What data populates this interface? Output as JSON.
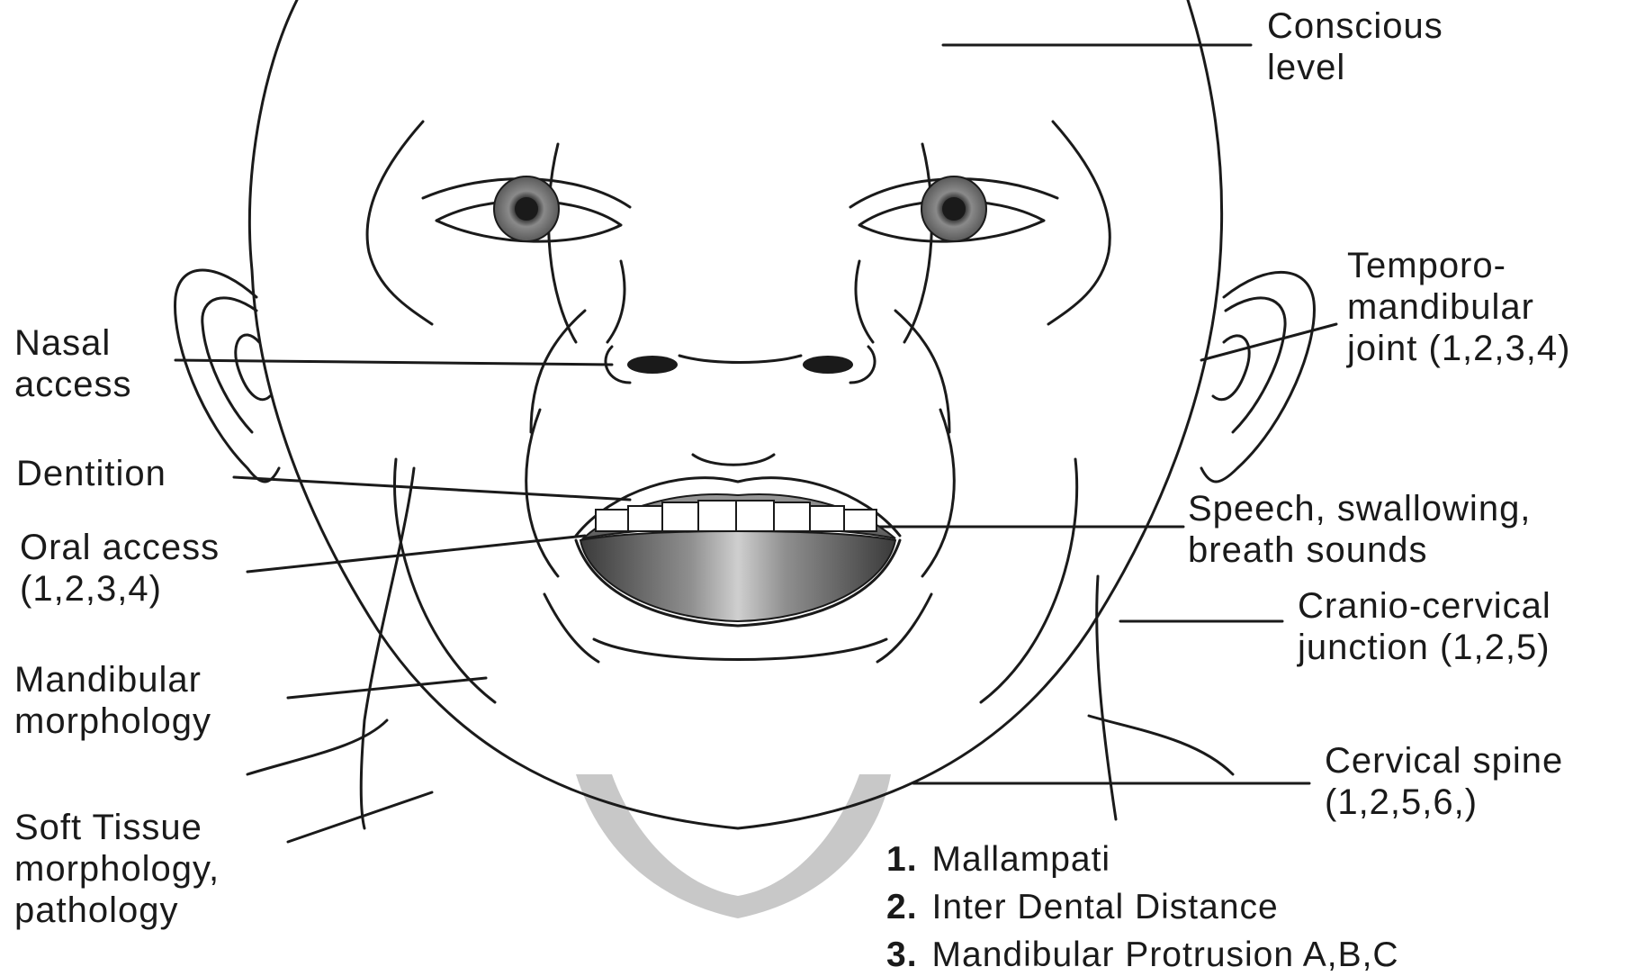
{
  "diagram": {
    "labels": {
      "conscious_level": [
        "Conscious",
        "level"
      ],
      "temporo_mandibular": [
        "Temporo-",
        "mandibular",
        "joint (1,2,3,4)"
      ],
      "nasal_access": [
        "Nasal",
        "access"
      ],
      "dentition": [
        "Dentition"
      ],
      "speech": [
        "Speech, swallowing,",
        "breath sounds"
      ],
      "oral_access": [
        "Oral access",
        "(1,2,3,4)"
      ],
      "cranio_cervical": [
        "Cranio-cervical",
        "junction (1,2,5)"
      ],
      "mandibular_morphology": [
        "Mandibular",
        "morphology"
      ],
      "cervical_spine": [
        "Cervical spine",
        "(1,2,5,6,)"
      ],
      "soft_tissue": [
        "Soft Tissue",
        "morphology,",
        "pathology"
      ]
    },
    "key": [
      {
        "number": "1.",
        "text": "Mallampati"
      },
      {
        "number": "2.",
        "text": "Inter Dental Distance"
      },
      {
        "number": "3.",
        "text": "Mandibular Protrusion A,B,C"
      }
    ],
    "colors": {
      "ink": "#1a1a1a",
      "neck_shadow": "#c8c8c8",
      "iris": "#7a7a7a",
      "tongue_dark": "#4a4a4a",
      "tongue_light": "#d0d0d0"
    }
  }
}
